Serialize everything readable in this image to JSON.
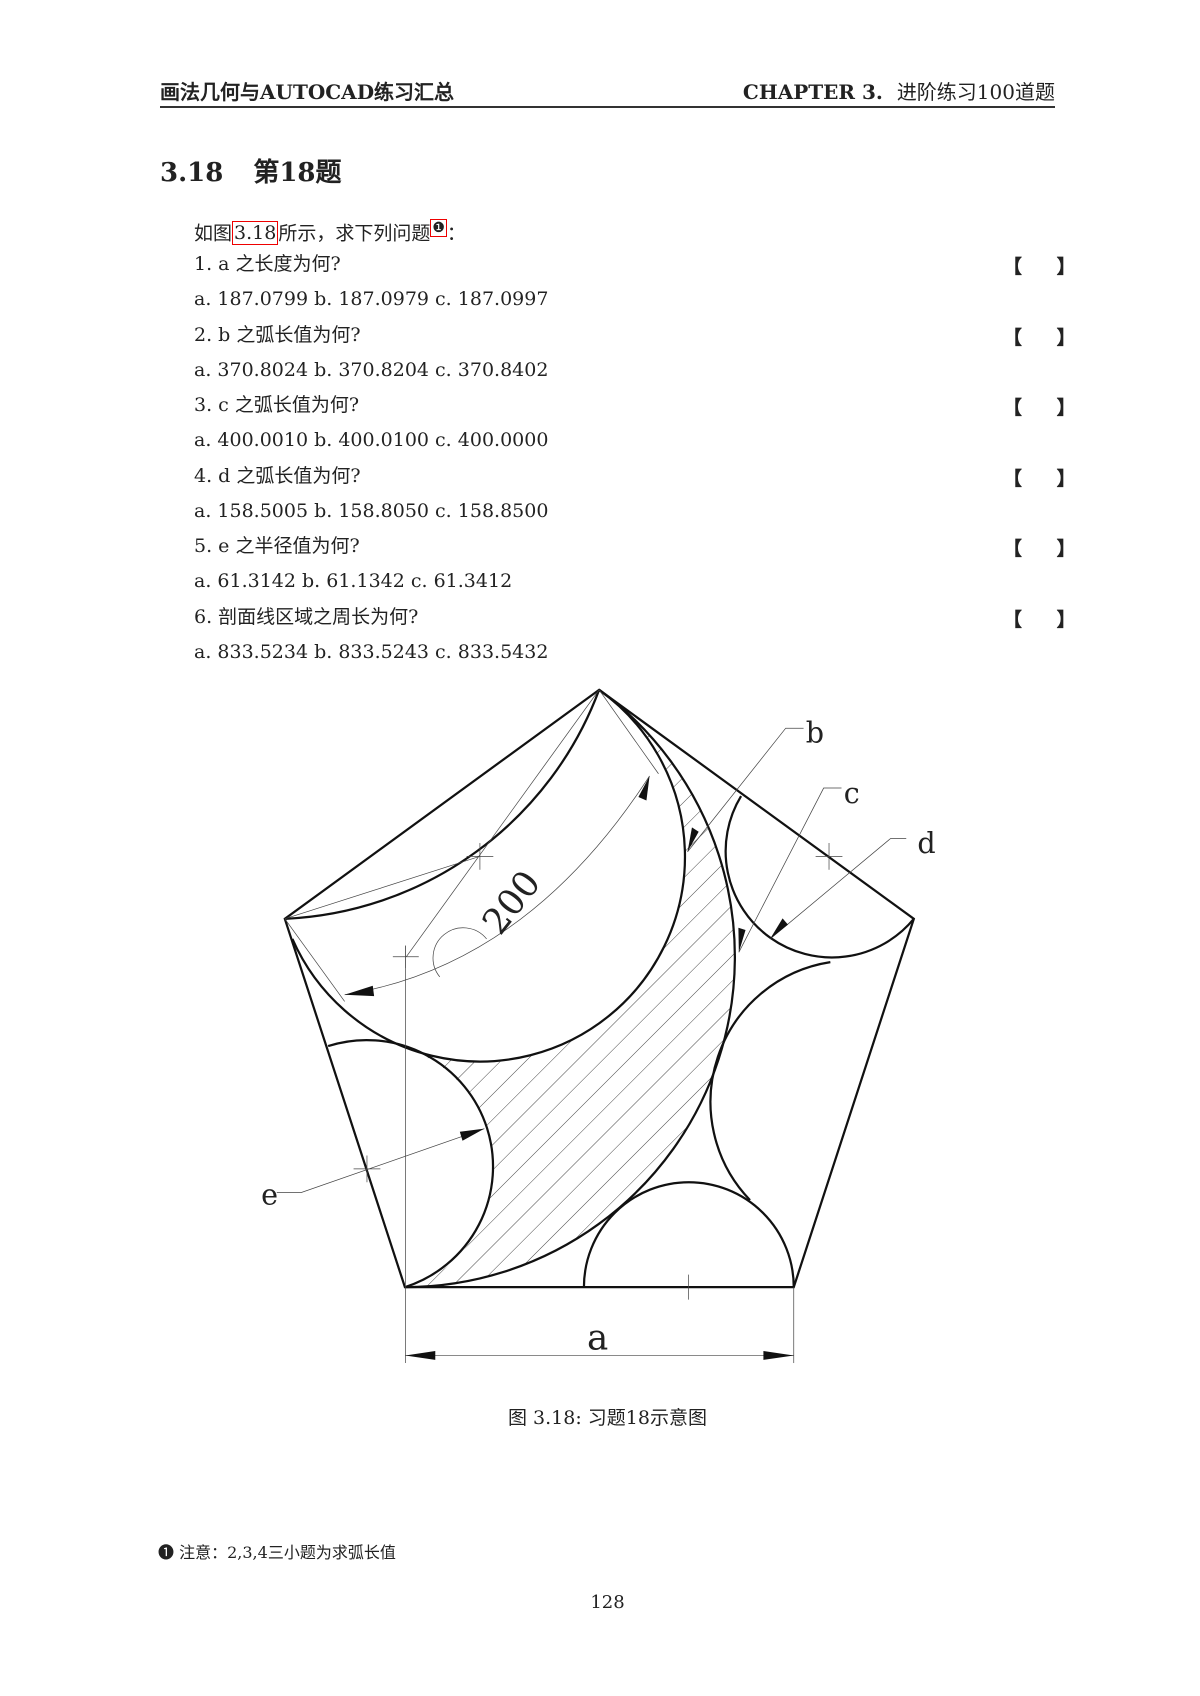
{
  "header": {
    "left": "画法几何与AUTOCAD练习汇总",
    "right_chapter": "CHAPTER 3.",
    "right_title": "进阶练习100道题"
  },
  "section": {
    "number": "3.18",
    "title": "第18题"
  },
  "intro": {
    "prefix": "如图",
    "ref": "3.18",
    "middle": "所示，求下列问题",
    "footnote_mark": "❶",
    "suffix": "："
  },
  "answer_bracket": "【 】",
  "questions": [
    {
      "q": "1. a 之长度为何?",
      "options": "a. 187.0799 b. 187.0979 c. 187.0997"
    },
    {
      "q": "2. b 之弧长值为何?",
      "options": "a. 370.8024 b. 370.8204 c. 370.8402"
    },
    {
      "q": "3. c 之弧长值为何?",
      "options": "a. 400.0010 b. 400.0100 c. 400.0000"
    },
    {
      "q": "4. d 之弧长值为何?",
      "options": "a. 158.5005 b. 158.8050 c. 158.8500"
    },
    {
      "q": "5. e 之半径值为何?",
      "options": "a. 61.3142 b. 61.1342 c. 61.3412"
    },
    {
      "q": "6. 剖面线区域之周长为何?",
      "options": "a. 833.5234 b. 833.5243 c. 833.5432"
    }
  ],
  "figure": {
    "labels": {
      "a": "a",
      "b": "b",
      "c": "c",
      "d": "d",
      "e": "e",
      "dim": "200"
    },
    "caption": "图 3.18: 习题18示意图"
  },
  "footnote": {
    "mark": "❶",
    "text": "注意：2,3,4三小题为求弧长值"
  },
  "page_number": "128",
  "colors": {
    "link_box": "#e00000",
    "ink": "#222222"
  }
}
